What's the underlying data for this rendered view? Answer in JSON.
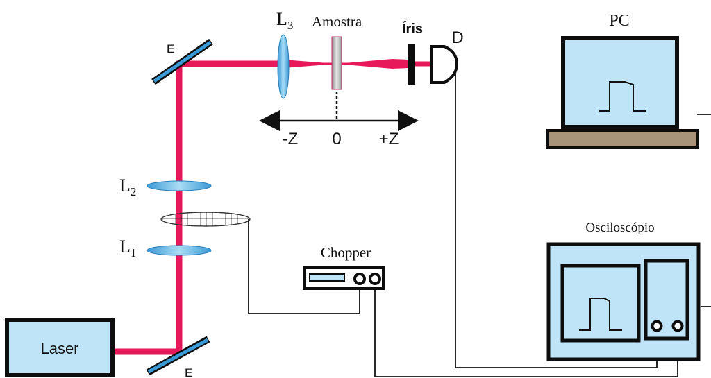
{
  "labels": {
    "mirror_top": "E",
    "mirror_bottom": "E",
    "lens3": "L",
    "lens3_sub": "3",
    "sample": "Amostra",
    "iris": "Íris",
    "detector": "D",
    "pc": "PC",
    "lens2": "L",
    "lens2_sub": "2",
    "lens1": "L",
    "lens1_sub": "1",
    "chopper": "Chopper",
    "oscilloscope": "Osciloscópio",
    "laser": "Laser",
    "axis_minus": "-Z",
    "axis_zero": "0",
    "axis_plus": "+Z"
  },
  "colors": {
    "beam": "#e8195a",
    "lens": "#5ab4e5",
    "screen": "#bfe4f7",
    "frame": "#0d0d0d",
    "pc_base": "#a89478",
    "sample": "#b8b8b8"
  }
}
